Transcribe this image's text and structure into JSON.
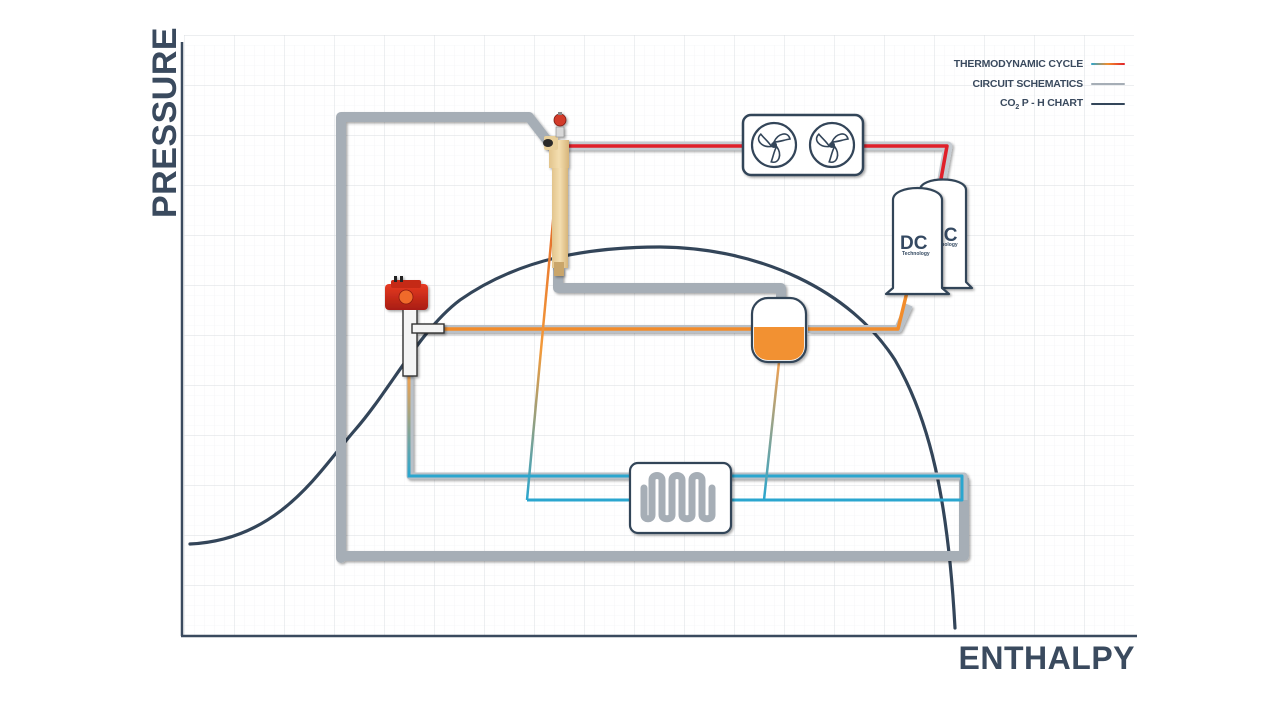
{
  "axes": {
    "y_title": "PRESSURE",
    "x_title": "ENTHALPY"
  },
  "legend": {
    "items": [
      {
        "label": "THERMODYNAMIC CYCLE",
        "key": "cycle"
      },
      {
        "label": "CIRCUIT SCHEMATICS",
        "key": "circuit"
      },
      {
        "label_main": "CO",
        "label_sub": "2",
        "label_rest": " P - H CHART",
        "key": "chart"
      }
    ]
  },
  "components": {
    "gas_cooler": {
      "icon": "fan-icon",
      "fan_count": 2
    },
    "compressor": {
      "logo": "DC",
      "logo_sub": "Technology",
      "count": 2
    },
    "receiver": {
      "fill_color": "#f29130"
    },
    "evaporator": {
      "icon": "coil-icon"
    },
    "expansion_valve": {
      "icon": "valve-icon"
    },
    "hp_valve": {
      "icon": "valve-icon"
    }
  },
  "colors": {
    "axis": "#3a4a5e",
    "grid": "#e4e7ea",
    "circuit": "#a6aeb6",
    "chart_curve": "#334559",
    "hot_gas": "#e0202a",
    "liquid": "#f28c2b",
    "cold": "#2aa6cf",
    "receiver_liquid": "#f29130"
  }
}
